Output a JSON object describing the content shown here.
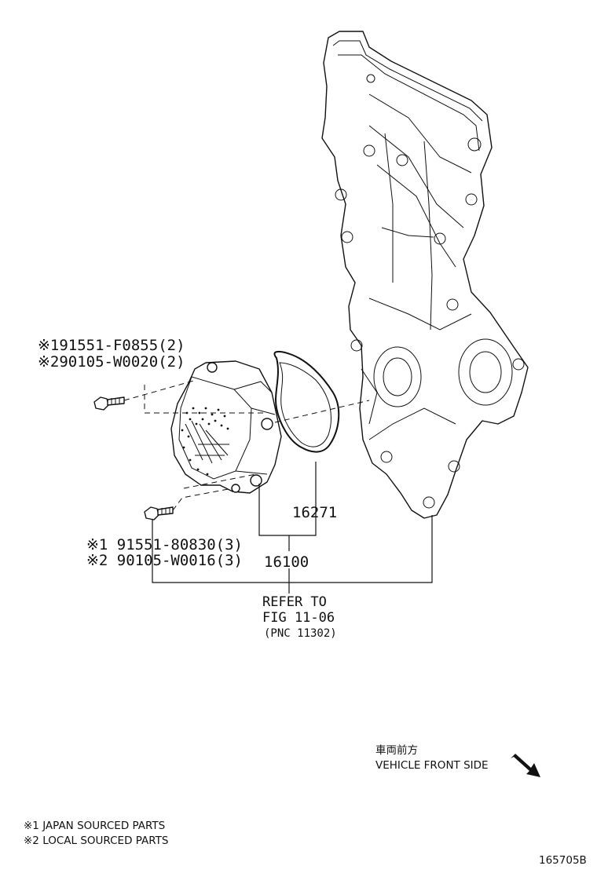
{
  "callouts": {
    "upper_bolt_line1": "※191551-F0855(2)",
    "upper_bolt_line2": "※290105-W0020(2)",
    "gasket_part": "16271",
    "pump_assy_part": "16100",
    "lower_bolt_line1": "※1 91551-80830(3)",
    "lower_bolt_line2": "※2 90105-W0016(3)",
    "refer_line1": "REFER TO",
    "refer_line2": "FIG 11-06",
    "refer_line3": "(PNC 11302)"
  },
  "orientation": {
    "label_jp": "車両前方",
    "label_en": "VEHICLE FRONT SIDE",
    "arrow_icon": "direction-arrow-icon"
  },
  "footnotes": {
    "note1": "※1 JAPAN SOURCED PARTS",
    "note2": "※2 LOCAL SOURCED PARTS"
  },
  "illustration_id": "165705B"
}
